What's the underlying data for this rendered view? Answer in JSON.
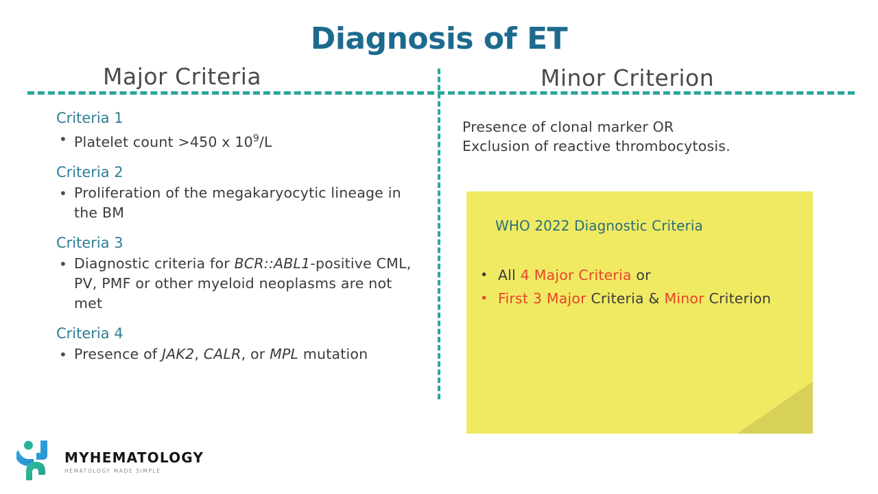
{
  "title": "Diagnosis of ET",
  "colors": {
    "title": "#1d6a8e",
    "dash": "#2aa79b",
    "criteria_label": "#2e7d97",
    "body_text": "#3b3b3b",
    "note_bg": "#f0ea63",
    "note_fold": "#d7d15a",
    "note_title": "#2a6e7a",
    "highlight_red": "#e8432a"
  },
  "columns": {
    "major": {
      "heading": "Major Criteria",
      "criteria": [
        {
          "label": "Criteria 1",
          "bullet": "•",
          "text_parts": [
            {
              "text": "Platelet count >450 x 10",
              "italic": false
            },
            {
              "text": "9",
              "italic": false,
              "sup": true
            },
            {
              "text": "/L",
              "italic": false
            }
          ],
          "text_plain": "Platelet count >450 x 10⁹/L"
        },
        {
          "label": "Criteria 2",
          "bullet": "•",
          "text_parts": [
            {
              "text": "Proliferation of the megakaryocytic lineage in the BM",
              "italic": false
            }
          ],
          "text_plain": "Proliferation of the megakaryocytic lineage in the BM"
        },
        {
          "label": "Criteria 3",
          "bullet": "•",
          "text_parts": [
            {
              "text": "Diagnostic criteria for ",
              "italic": false
            },
            {
              "text": "BCR::ABL1",
              "italic": true
            },
            {
              "text": "-positive CML, PV, PMF or other myeloid neoplasms are not met",
              "italic": false
            }
          ],
          "text_plain": "Diagnostic criteria for BCR::ABL1-positive CML, PV, PMF or other myeloid neoplasms are not met"
        },
        {
          "label": "Criteria 4",
          "bullet": "•",
          "text_parts": [
            {
              "text": "Presence of ",
              "italic": false
            },
            {
              "text": "JAK2",
              "italic": true
            },
            {
              "text": ", ",
              "italic": false
            },
            {
              "text": "CALR",
              "italic": true
            },
            {
              "text": ", or ",
              "italic": false
            },
            {
              "text": "MPL",
              "italic": true
            },
            {
              "text": " mutation",
              "italic": false
            }
          ],
          "text_plain": "Presence of JAK2, CALR, or MPL mutation"
        }
      ]
    },
    "minor": {
      "heading": "Minor Criterion",
      "lines": [
        "Presence of clonal marker OR",
        "Exclusion of reactive thrombocytosis."
      ]
    }
  },
  "sticky_note": {
    "note_title": "WHO 2022 Diagnostic Criteria",
    "items": [
      {
        "bullet": "•",
        "bullet_color": "dark",
        "segments": [
          {
            "text": "All ",
            "highlight": false
          },
          {
            "text": "4 Major Criteria",
            "highlight": true
          },
          {
            "text": " or",
            "highlight": false
          }
        ],
        "text_plain": "All 4 Major Criteria or"
      },
      {
        "bullet": "•",
        "bullet_color": "red",
        "segments": [
          {
            "text": "First 3 Major",
            "highlight": true
          },
          {
            "text": " Criteria & ",
            "highlight": false
          },
          {
            "text": "Minor",
            "highlight": true
          },
          {
            "text": " Criterion",
            "highlight": false
          }
        ],
        "text_plain": "First 3 Major Criteria & Minor Criterion"
      }
    ]
  },
  "logo": {
    "name": "MYHEMATOLOGY",
    "tagline": "HEMATOLOGY MADE SIMPLE"
  }
}
